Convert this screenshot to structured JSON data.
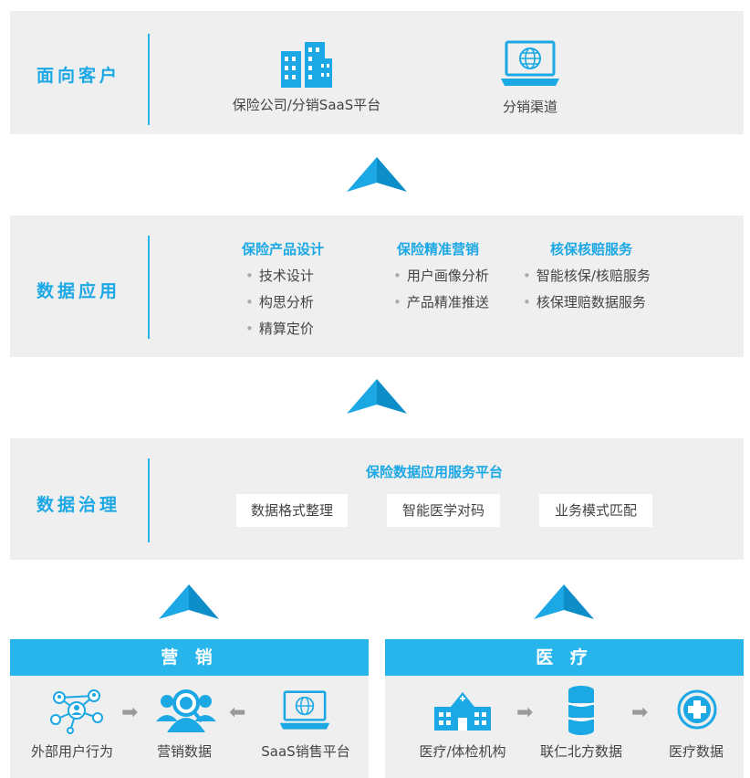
{
  "customer": {
    "title": "面向客户",
    "items": [
      {
        "label": "保险公司/分销SaaS平台",
        "icon": "office-buildings-icon"
      },
      {
        "label": "分销渠道",
        "icon": "laptop-globe-icon"
      }
    ]
  },
  "application": {
    "title": "数据应用",
    "columns": [
      {
        "title": "保险产品设计",
        "items": [
          "技术设计",
          "构思分析",
          "精算定价"
        ]
      },
      {
        "title": "保险精准营销",
        "items": [
          "用户画像分析",
          "产品精准推送"
        ]
      },
      {
        "title": "核保核赔服务",
        "items": [
          "智能核保/核赔服务",
          "核保理赔数据服务"
        ]
      }
    ]
  },
  "governance": {
    "title": "数据治理",
    "platform": "保险数据应用服务平台",
    "items": [
      "数据格式整理",
      "智能医学对码",
      "业务模式匹配"
    ]
  },
  "sources": [
    {
      "title": "营 销",
      "items": [
        {
          "label": "外部用户行为",
          "icon": "user-network-icon"
        },
        {
          "label": "营销数据",
          "icon": "user-group-search-icon"
        },
        {
          "label": "SaaS销售平台",
          "icon": "laptop-globe-icon"
        }
      ]
    },
    {
      "title": "医 疗",
      "items": [
        {
          "label": "医疗/体检机构",
          "icon": "hospital-icon"
        },
        {
          "label": "联仁北方数据",
          "icon": "database-icon"
        },
        {
          "label": "医疗数据",
          "icon": "medical-cross-icon"
        }
      ]
    }
  ],
  "colors": {
    "accent": "#1ba8e4",
    "header": "#28b5ec",
    "panel": "#efefef"
  }
}
